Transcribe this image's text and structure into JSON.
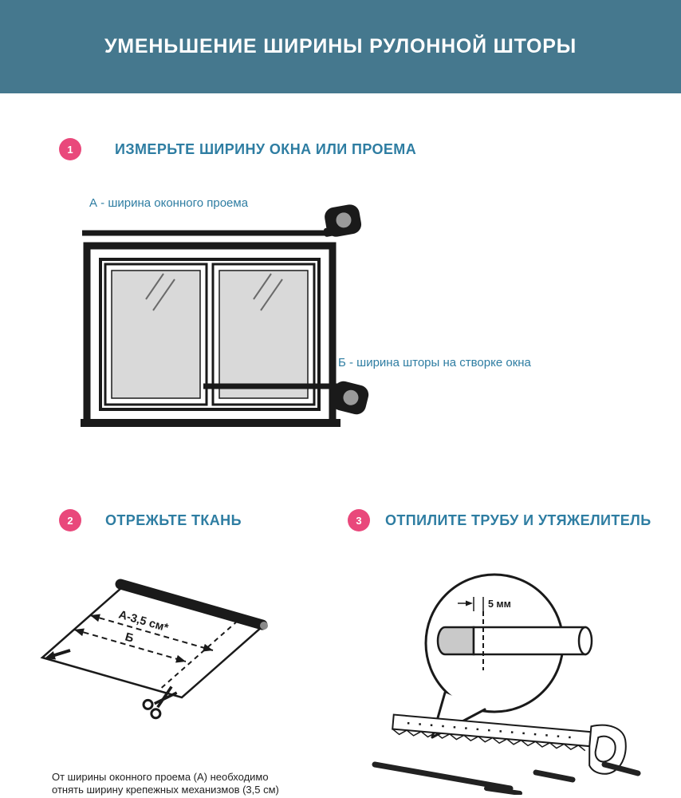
{
  "header": {
    "title": "УМЕНЬШЕНИЕ ШИРИНЫ РУЛОННОЙ ШТОРЫ"
  },
  "steps": [
    {
      "number": "1",
      "title": "ИЗМЕРЬТЕ ШИРИНУ ОКНА ИЛИ ПРОЕМА",
      "label_a": "А - ширина оконного проема",
      "label_b": "Б - ширина шторы на створке окна"
    },
    {
      "number": "2",
      "title": "ОТРЕЖЬТЕ ТКАНЬ",
      "dim_a": "А-3,5 см*",
      "dim_b": "Б"
    },
    {
      "number": "3",
      "title": "ОТПИЛИТЕ ТРУБУ И УТЯЖЕЛИТЕЛЬ",
      "dim_offset": "5 мм"
    }
  ],
  "footnote": {
    "line1": "От ширины оконного проема (А) необходимо",
    "line2": "отнять ширину крепежных механизмов (3,5 см)"
  },
  "colors": {
    "header_bg": "#45788E",
    "accent": "#2E7DA2",
    "badge_pink": "#E9487B",
    "ink": "#1A1A1A",
    "glass_gray": "#D9D9D9"
  }
}
